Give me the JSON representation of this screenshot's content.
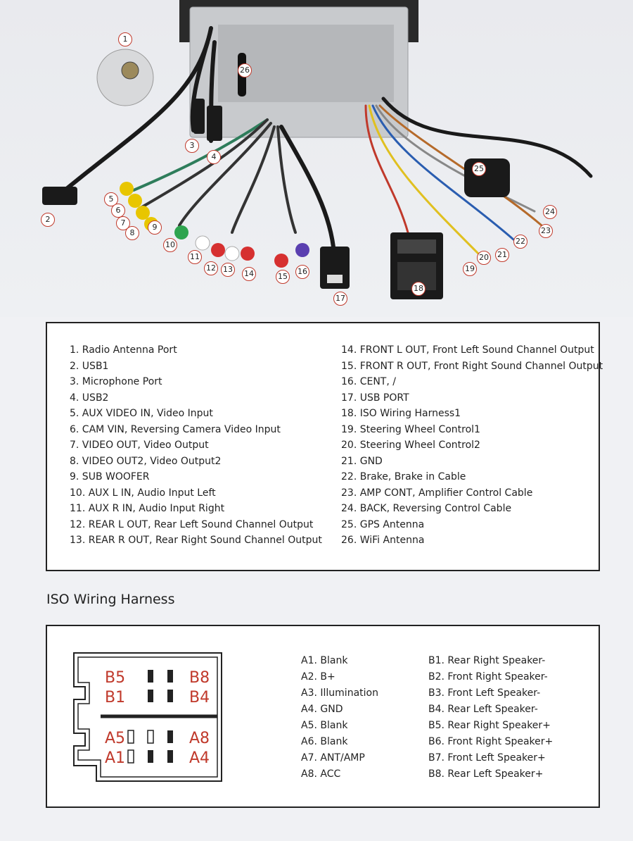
{
  "callouts": [
    "1",
    "2",
    "3",
    "4",
    "5",
    "6",
    "7",
    "8",
    "9",
    "10",
    "11",
    "12",
    "13",
    "14",
    "15",
    "16",
    "17",
    "18",
    "19",
    "20",
    "21",
    "22",
    "23",
    "24",
    "25",
    "26"
  ],
  "legend": {
    "left": [
      "1. Radio Antenna Port",
      "2. USB1",
      "3. Microphone Port",
      "4. USB2",
      "5. AUX VIDEO IN, Video Input",
      "6. CAM VIN, Reversing Camera Video Input",
      "7. VIDEO OUT, Video Output",
      "8. VIDEO OUT2, Video Output2",
      "9. SUB WOOFER",
      "10. AUX L IN, Audio Input Left",
      "11. AUX R IN, Audio Input Right",
      "12. REAR L OUT, Rear Left Sound Channel Output",
      "13. REAR R OUT, Rear Right Sound Channel Output"
    ],
    "right": [
      "14. FRONT L OUT, Front Left Sound Channel Output",
      "15. FRONT R OUT, Front Right Sound Channel Output",
      "16. CENT, /",
      "17. USB PORT",
      "18. ISO Wiring Harness1",
      "19. Steering Wheel Control1",
      "20. Steering Wheel Control2",
      "21. GND",
      "22. Brake, Brake in Cable",
      "23. AMP CONT, Amplifier Control Cable",
      "24. BACK, Reversing Control Cable",
      "25. GPS Antenna",
      "26. WiFi Antenna"
    ]
  },
  "iso": {
    "heading": "ISO Wiring Harness",
    "connector_labels": {
      "b5": "B5",
      "b8": "B8",
      "b1": "B1",
      "b4": "B4",
      "a5": "A5",
      "a8": "A8",
      "a1": "A1",
      "a4": "A4"
    },
    "pins_a": [
      "A1. Blank",
      "A2. B+",
      "A3. Illumination",
      "A4. GND",
      "A5. Blank",
      "A6. Blank",
      "A7. ANT/AMP",
      "A8. ACC"
    ],
    "pins_b": [
      "B1. Rear Right Speaker-",
      "B2. Front Right Speaker-",
      "B3. Front Left Speaker-",
      "B4. Rear Left Speaker-",
      "B5. Rear Right Speaker+",
      "B6. Front Right Speaker+",
      "B7. Front Left Speaker+",
      "B8. Rear Left Speaker+"
    ]
  },
  "colors": {
    "accent": "#c0392b",
    "border": "#222222",
    "background": "#f0f1f4"
  }
}
